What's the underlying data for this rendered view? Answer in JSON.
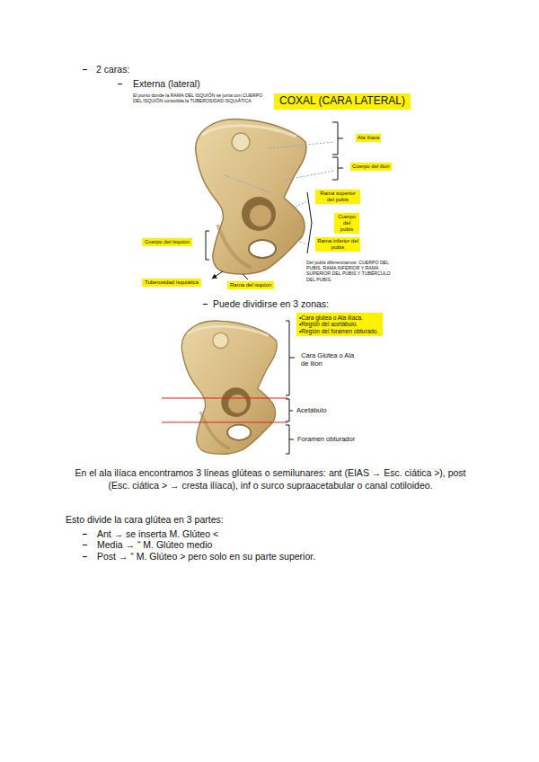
{
  "diagram": {
    "nodes": [
      {
        "text": [
          "COXAL (CARA LATERAL)"
        ]
      },
      {
        "text": [
          "Ala ilíaca"
        ]
      },
      {
        "text": [
          "Cuerpo del ilion"
        ]
      },
      {
        "text": [
          "Rama superior del pubis"
        ]
      },
      {
        "text": [
          "Cuerpo del pubis"
        ]
      },
      {
        "text": [
          "Rama inferior del pubis"
        ]
      },
      {
        "text": [
          "Cuerpo del isquion"
        ]
      },
      {
        "text": [
          "Tuberosidad isquiática"
        ]
      },
      {
        "text": [
          "Rama del isquion"
        ]
      },
      {
        "text": [
          "•Cara glútea o Ala ilíaca.",
          "•Región del acetábulo.",
          "•Región del foramen obturado."
        ]
      }
    ],
    "labels": [
      "2 caras:",
      "Externa (lateral)",
      "El punto donde la RAMA DEL ISQUIÓN se junta con CUERPO DEL ISQUIÓN consolida la TUBEROSIDAD ISQUIÁTICA",
      "Del pubis diferenciamos: CUERPO DEL PUBIS, RAMA INFERIOR Y RAMA SUPERIOR DEL PUBIS Y TUBÉRCULO DEL PUBIS.",
      "Puede dividirse en 3 zonas:",
      "Cara Glútea o Ala de ilion",
      "Acetábulo",
      "Foramen obturador",
      "En el ala ilíaca encontramos 3 líneas glúteas o semilunares: ant (EIAS → Esc. ciática >), post (Esc. ciática > → cresta ilíaca), inf o surco supraacetabular o canal cotiloideo.",
      "Esto divide la cara glútea en 3 partes:",
      "Ant → se inserta M. Glúteo <",
      "Media → “ M. Glúteo medio",
      "Post → “ M. Glúteo > pero solo en su parte superior."
    ]
  }
}
